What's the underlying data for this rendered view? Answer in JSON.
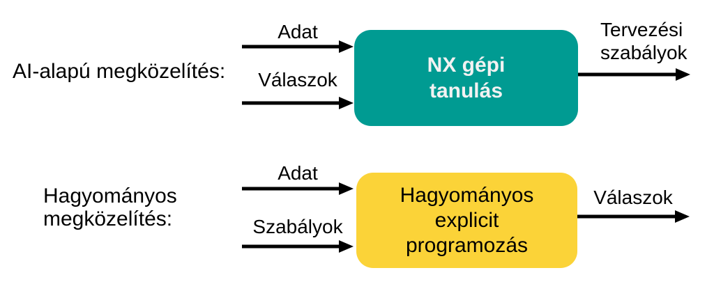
{
  "colors": {
    "teal_box": "#009B92",
    "yellow_box": "#FBD338",
    "arrow": "#000000",
    "teal_box_text": "#F2F2F2",
    "text": "#000000"
  },
  "rows": [
    {
      "label": "AI-alapú megközelítés:",
      "inputs": [
        "Adat",
        "Válaszok"
      ],
      "box_label": "NX gépi\ntanulás",
      "output_label": "Tervezési\nszabályok"
    },
    {
      "label": "Hagyományos\nmegközelítés:",
      "inputs": [
        "Adat",
        "Szabályok"
      ],
      "box_label": "Hagyományos\nexplicit\nprogramozás",
      "output_label": "Válaszok"
    }
  ]
}
